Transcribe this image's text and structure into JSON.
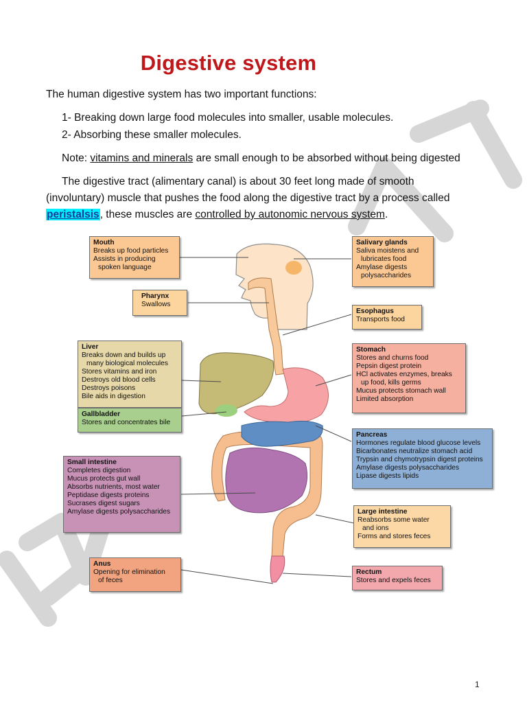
{
  "document": {
    "title": "Digestive system",
    "intro": "The human digestive system has two important functions:",
    "functions": [
      "1-  Breaking down large food molecules into smaller, usable molecules.",
      "2-  Absorbing these smaller molecules."
    ],
    "note": {
      "prefix": "Note: ",
      "underlined": "vitamins and minerals",
      "suffix": " are small enough to be absorbed without being digested"
    },
    "tract": {
      "line1": "The digestive tract (alimentary canal) is about 30 feet long made of smooth",
      "line2": "(involuntary) muscle that pushes the food along the digestive tract by a process called",
      "highlight": "peristalsis",
      "mid": ", these muscles are ",
      "underlined": "controlled by autonomic nervous system",
      "end": "."
    },
    "page_number": "1"
  },
  "figure": {
    "labels": {
      "mouth": {
        "title": "Mouth",
        "lines": [
          "Breaks up food particles",
          "Assists in producing",
          "spoken language"
        ],
        "color": "#fbc894"
      },
      "pharynx": {
        "title": "Pharynx",
        "lines": [
          "Swallows"
        ],
        "color": "#fbd49e"
      },
      "liver": {
        "title": "Liver",
        "lines": [
          "Breaks down and builds up",
          "many biological molecules",
          "Stores vitamins and iron",
          "Destroys old blood cells",
          "Destroys poisons",
          "Bile aids in digestion"
        ],
        "color": "#e6d8a8"
      },
      "gallbladder": {
        "title": "Gallbladder",
        "lines": [
          "Stores and concentrates bile"
        ],
        "color": "#a8cf8e"
      },
      "small_intestine": {
        "title": "Small intestine",
        "lines": [
          "Completes digestion",
          "Mucus protects gut wall",
          "Absorbs nutrients, most water",
          "Peptidase digests proteins",
          "Sucrases digest sugars",
          "Amylase digests polysaccharides"
        ],
        "color": "#c892b7"
      },
      "anus": {
        "title": "Anus",
        "lines": [
          "Opening for elimination",
          "of feces"
        ],
        "color": "#f1a47f"
      },
      "salivary_glands": {
        "title": "Salivary glands",
        "lines": [
          "Saliva moistens and",
          "lubricates food",
          "Amylase digests",
          "polysaccharides"
        ],
        "color": "#fbc894"
      },
      "esophagus": {
        "title": "Esophagus",
        "lines": [
          "Transports food"
        ],
        "color": "#fbd49e"
      },
      "stomach": {
        "title": "Stomach",
        "lines": [
          "Stores and churns food",
          "Pepsin digest protein",
          "HCl activates enzymes, breaks",
          "up food, kills germs",
          "Mucus protects stomach wall",
          "Limited absorption"
        ],
        "color": "#f6b0a0"
      },
      "pancreas": {
        "title": "Pancreas",
        "lines": [
          "Hormones regulate blood glucose levels",
          "Bicarbonates neutralize stomach acid",
          "Trypsin and chymotrypsin digest proteins",
          "Amylase digests polysaccharides",
          "Lipase digests lipids"
        ],
        "color": "#8fb0d6"
      },
      "large_intestine": {
        "title": "Large intestine",
        "lines": [
          "Reabsorbs some water",
          "and ions",
          "Forms and stores feces"
        ],
        "color": "#fbd8a6"
      },
      "rectum": {
        "title": "Rectum",
        "lines": [
          "Stores and expels feces"
        ],
        "color": "#f2a8ad"
      }
    },
    "organ_colors": {
      "head": "#fde4c8",
      "tract": "#f8c99a",
      "liver": "#c6ba77",
      "gallbladder": "#9dd07e",
      "stomach": "#f7a3a5",
      "pancreas": "#5f8ec5",
      "small_intestine": "#b174b0",
      "large_intestine": "#f6be8e",
      "rectum": "#f28fa3",
      "salivary": "#f5b66a"
    }
  }
}
